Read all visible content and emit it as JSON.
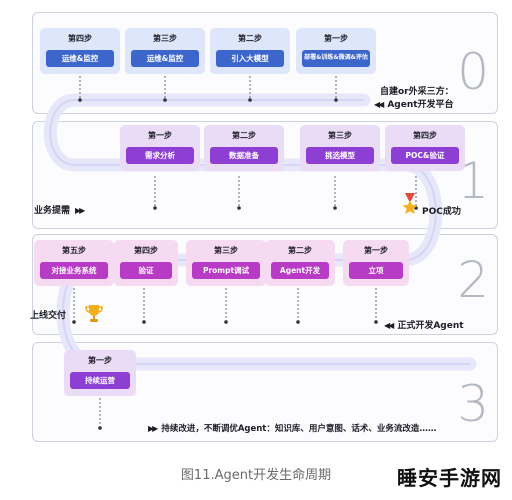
{
  "panels": [
    {
      "number": "0",
      "note_left": "自建or外采三方：",
      "note_left2": "Agent开发平台",
      "steps": [
        {
          "label": "第四步",
          "action": "运维&监控"
        },
        {
          "label": "第三步",
          "action": "运维&监控"
        },
        {
          "label": "第二步",
          "action": "引入大模型"
        },
        {
          "label": "第一步",
          "action": "部署&训练&微调&评估"
        }
      ]
    },
    {
      "number": "1",
      "note_in": "业务提需",
      "note_out": "POC成功",
      "steps": [
        {
          "label": "第一步",
          "action": "需求分析"
        },
        {
          "label": "第二步",
          "action": "数据准备"
        },
        {
          "label": "第三步",
          "action": "挑选模型"
        },
        {
          "label": "第四步",
          "action": "POC&验证"
        }
      ]
    },
    {
      "number": "2",
      "note_in": "正式开发Agent",
      "note_out": "上线交付",
      "steps": [
        {
          "label": "第五步",
          "action": "对接业务系统"
        },
        {
          "label": "第四步",
          "action": "验证"
        },
        {
          "label": "第三步",
          "action": "Prompt调试"
        },
        {
          "label": "第二步",
          "action": "Agent开发"
        },
        {
          "label": "第一步",
          "action": "立项"
        }
      ]
    },
    {
      "number": "3",
      "note_out": "持续改进，不断调优Agent：知识库、用户意图、话术、业务流改造……",
      "steps": [
        {
          "label": "第一步",
          "action": "持续运营"
        }
      ]
    }
  ],
  "caption": "图11.Agent开发生命周期",
  "brand": "睡安手游网",
  "icons": {
    "medal": "medal-icon",
    "trophy": "trophy-icon"
  },
  "colors": {
    "blue": "#3d66cc",
    "purple": "#8d3fd4",
    "pink": "#b73bc4",
    "track": "#e6e7f9"
  }
}
